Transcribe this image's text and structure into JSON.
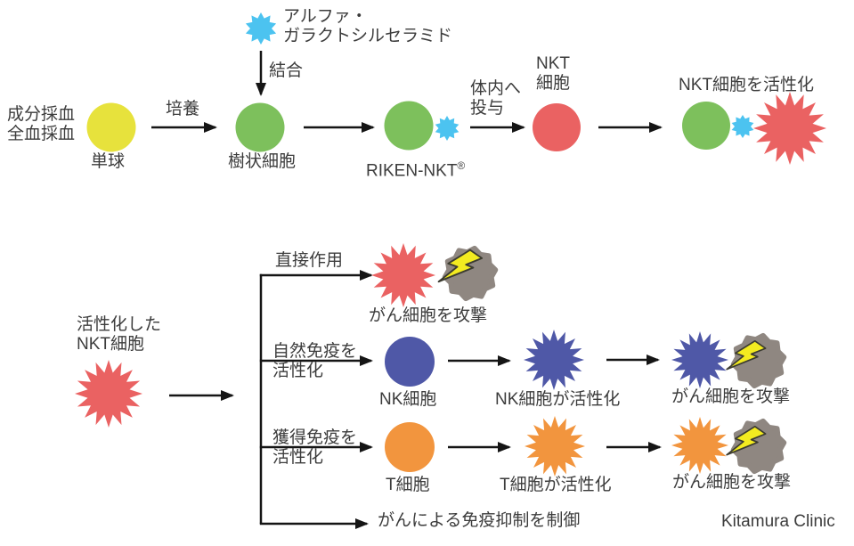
{
  "colors": {
    "monocyte_yellow": "#e7e23c",
    "cell_green": "#7dc05c",
    "cell_red": "#ea6262",
    "ligand_blue": "#4cc3f0",
    "cell_navy": "#4f58a7",
    "cell_orange": "#f2953e",
    "cancer_gray": "#8f8781",
    "bolt_yellow": "#f3eb20",
    "bolt_outline": "#3b3b30",
    "line_black": "#151515",
    "text_dark": "#3c3c3c"
  },
  "top_flow": {
    "ligand_name_line1": "アルファ・",
    "ligand_name_line2": "ガラクトシルセラミド",
    "bind_arrow_label": "結合",
    "blood_source_line1": "成分採血",
    "blood_source_line2": "全血採血",
    "monocyte_label": "単球",
    "culture_arrow_label": "培養",
    "dendritic_label": "樹状細胞",
    "riken_product_label": "RIKEN-NKT",
    "riken_registered_mark": "®",
    "administer_line1": "体内へ",
    "administer_line2": "投与",
    "nkt_label_line1": "NKT",
    "nkt_label_line2": "細胞",
    "nkt_activation_label": "NKT細胞を活性化"
  },
  "bottom_flow": {
    "activated_nkt_line1": "活性化した",
    "activated_nkt_line2": "NKT細胞",
    "direct_action_label": "直接作用",
    "attack_cancer_direct": "がん細胞を攻撃",
    "innate_line1": "自然免疫を",
    "innate_line2": "活性化",
    "nk_cell_label": "NK細胞",
    "nk_activated_label": "NK細胞が活性化",
    "attack_cancer_nk": "がん細胞を攻撃",
    "acquired_line1": "獲得免疫を",
    "acquired_line2": "活性化",
    "t_cell_label": "T細胞",
    "t_activated_label": "T細胞が活性化",
    "attack_cancer_t": "がん細胞を攻撃",
    "suppression_label": "がんによる免疫抑制を制御"
  },
  "footer": {
    "credit": "Kitamura Clinic"
  },
  "icons": {
    "ligand": "blue-10-point-starburst-icon",
    "activated_cell": "16-point-starburst-icon",
    "cancer_cell": "gray-blob-icon",
    "attack": "lightning-bolt-icon"
  }
}
